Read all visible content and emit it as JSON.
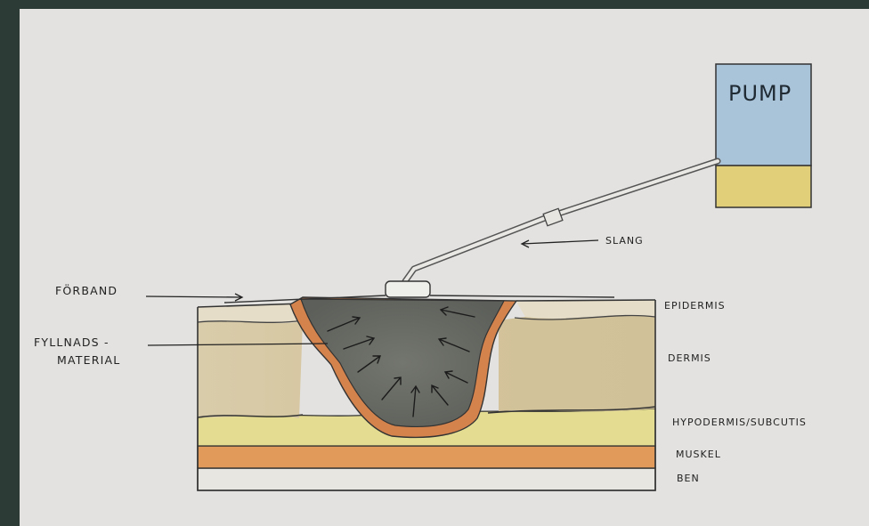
{
  "pump": {
    "label": "PUMP"
  },
  "labels": {
    "slang": "SLANG",
    "forband": "FÖRBAND",
    "fyllnads_line1": "FYLLNADS -",
    "fyllnads_line2": "MATERIAL",
    "epidermis": "EPIDERMIS",
    "dermis": "DERMIS",
    "hypodermis": "HYPODERMIS/SUBCUTIS",
    "muskel": "MUSKEL",
    "ben": "BEN"
  },
  "colors": {
    "frame": "#2c3b35",
    "paper": "#e3e2e0",
    "pump_top": "#a9c3d8",
    "pump_bottom": "#e1cf7a",
    "wound_fill": "#6a6d66",
    "wound_edge": "#d5834d",
    "dermis": "#d6c8a0",
    "hypodermis": "#e4dd91",
    "muscle": "#e19a59",
    "bone": "#e8e6e0",
    "ink": "#2a2a2a"
  }
}
